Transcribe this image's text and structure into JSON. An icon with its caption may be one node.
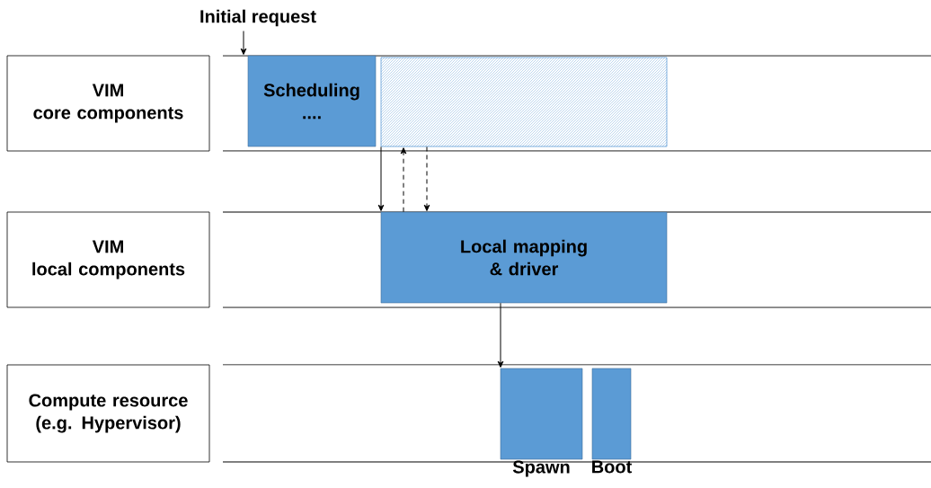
{
  "diagram": {
    "nodes": [
      {
        "text": [
          "Initial request"
        ]
      },
      {
        "text": [
          "VIM",
          "core components"
        ]
      },
      {
        "text": [
          "Scheduling",
          "...."
        ]
      },
      {
        "text": [],
        "shape": "box"
      },
      {
        "text": [
          "VIM",
          "local components"
        ]
      },
      {
        "text": [
          "Local mapping & driver"
        ]
      },
      {
        "text": [
          "Compute resource (e.g. Hypervisor)"
        ]
      },
      {
        "text": [],
        "shape": "box",
        "beside": [
          "Spawn"
        ]
      },
      {
        "text": [],
        "shape": "box",
        "beside": [
          "Boot"
        ]
      }
    ],
    "edges": [
      {
        "from": 0,
        "to": 2,
        "arrow": "to"
      },
      {
        "from": 3,
        "to": 5,
        "arrow": "to"
      },
      {
        "from": 5,
        "to": 3,
        "arrow": "to",
        "style": "dashed"
      },
      {
        "from": 3,
        "to": 5,
        "arrow": "to",
        "style": "dashed"
      },
      {
        "from": 5,
        "to": 7,
        "arrow": "to"
      }
    ]
  }
}
